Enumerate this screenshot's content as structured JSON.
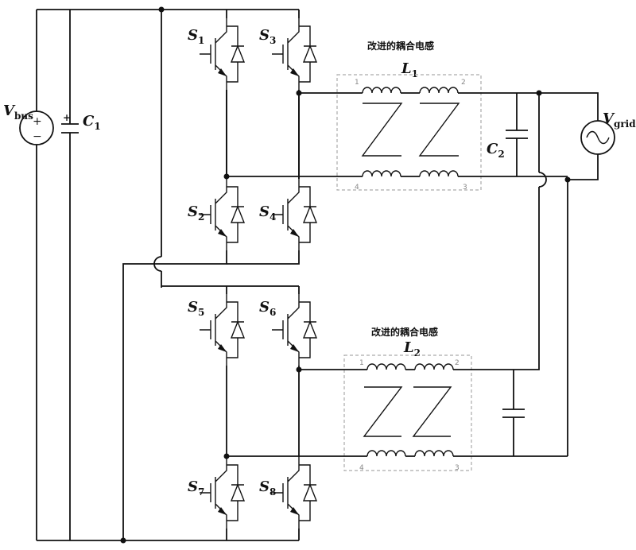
{
  "source": {
    "label": "V",
    "sub": "bus",
    "plus": "+",
    "minus": "−"
  },
  "capacitors": {
    "c1": {
      "label": "C",
      "sub": "1",
      "plus": "+"
    },
    "c2": {
      "label": "C",
      "sub": "2"
    }
  },
  "grid": {
    "label": "V",
    "sub": "grid"
  },
  "inductors": [
    {
      "title": "改进的耦合电感",
      "label": "L",
      "sub": "1",
      "pins": [
        "1",
        "2",
        "4",
        "3"
      ]
    },
    {
      "title": "改进的耦合电感",
      "label": "L",
      "sub": "2",
      "pins": [
        "1",
        "2",
        "4",
        "3"
      ]
    }
  ],
  "switches": [
    {
      "label": "S",
      "sub": "1"
    },
    {
      "label": "S",
      "sub": "2"
    },
    {
      "label": "S",
      "sub": "3"
    },
    {
      "label": "S",
      "sub": "4"
    },
    {
      "label": "S",
      "sub": "5"
    },
    {
      "label": "S",
      "sub": "6"
    },
    {
      "label": "S",
      "sub": "7"
    },
    {
      "label": "S",
      "sub": "8"
    }
  ]
}
